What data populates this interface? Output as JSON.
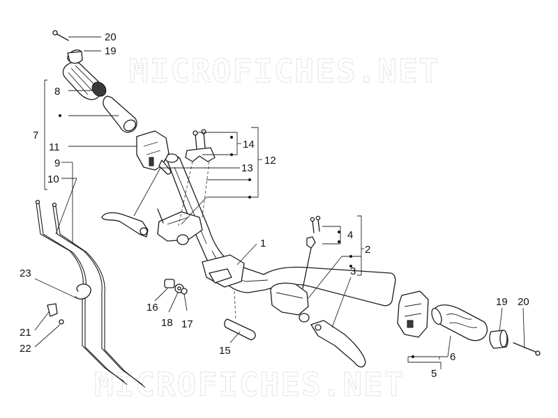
{
  "watermark": {
    "text": "MICROFICHES.NET"
  },
  "callouts": [
    {
      "id": "c20a",
      "text": "20"
    },
    {
      "id": "c19a",
      "text": "19"
    },
    {
      "id": "c8",
      "text": "8"
    },
    {
      "id": "c7",
      "text": "7"
    },
    {
      "id": "c11",
      "text": "11"
    },
    {
      "id": "c9",
      "text": "9"
    },
    {
      "id": "c10",
      "text": "10"
    },
    {
      "id": "c14",
      "text": "14"
    },
    {
      "id": "c12",
      "text": "12"
    },
    {
      "id": "c13",
      "text": "13"
    },
    {
      "id": "c1",
      "text": "1"
    },
    {
      "id": "c4",
      "text": "4"
    },
    {
      "id": "c2",
      "text": "2"
    },
    {
      "id": "c3",
      "text": "3"
    },
    {
      "id": "c23",
      "text": "23"
    },
    {
      "id": "c16",
      "text": "16"
    },
    {
      "id": "c18",
      "text": "18"
    },
    {
      "id": "c17",
      "text": "17"
    },
    {
      "id": "c15",
      "text": "15"
    },
    {
      "id": "c21",
      "text": "21"
    },
    {
      "id": "c22",
      "text": "22"
    },
    {
      "id": "c19b",
      "text": "19"
    },
    {
      "id": "c20b",
      "text": "20"
    },
    {
      "id": "c6",
      "text": "6"
    },
    {
      "id": "c5",
      "text": "5"
    }
  ]
}
